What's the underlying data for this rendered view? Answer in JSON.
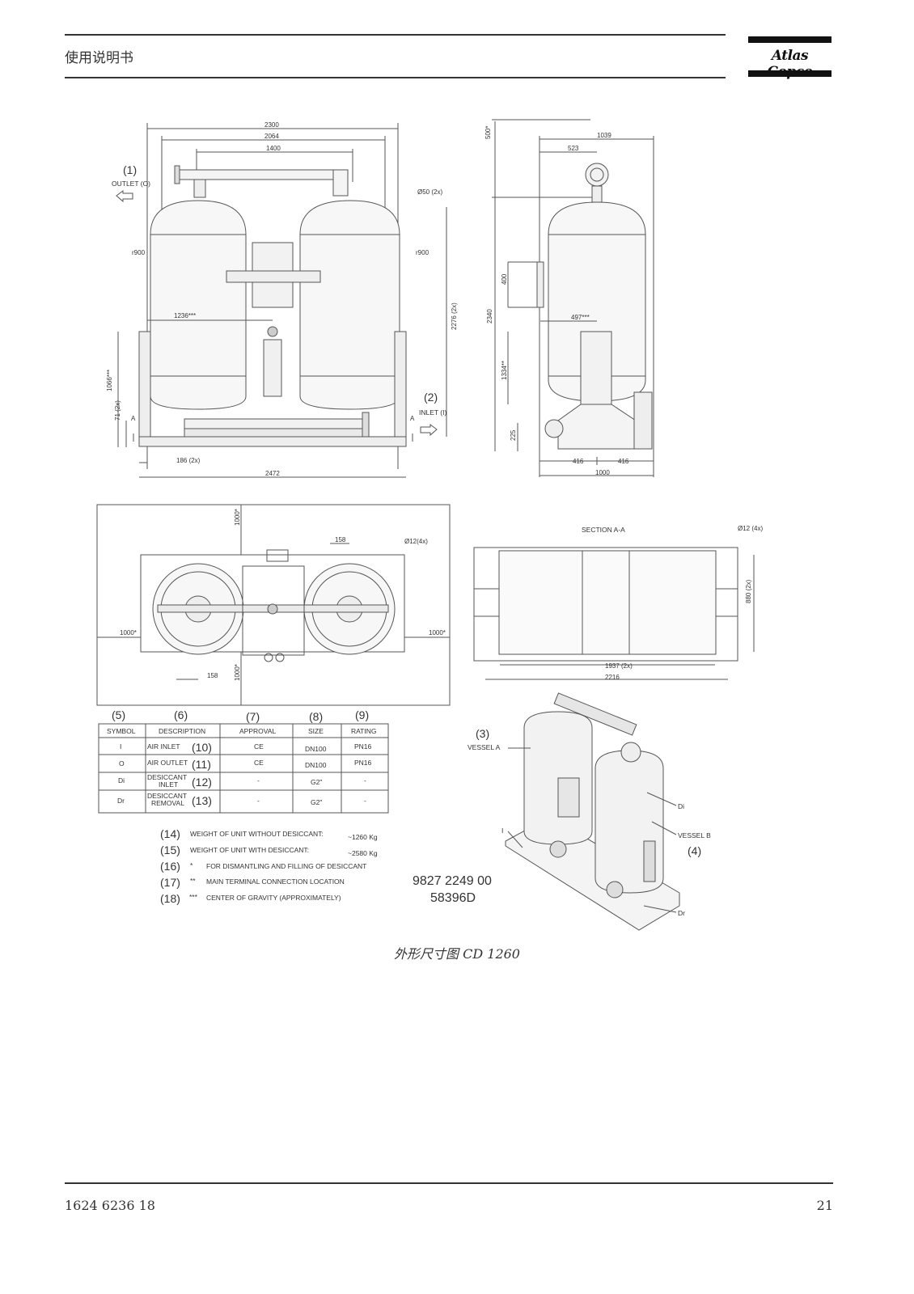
{
  "header": {
    "title": "使用说明书",
    "logo": "Atlas Copco"
  },
  "front_view": {
    "callout_outlet": "(1)",
    "outlet_label": "OUTLET (O)",
    "callout_inlet": "(2)",
    "inlet_label": "INLET (I)",
    "dims": {
      "d2300": "2300",
      "d2064": "2064",
      "d1400": "1400",
      "d_pipe": "Ø50 (2x)",
      "r900_left": "r900",
      "r900_right": "r900",
      "d1236": "1236***",
      "d2276": "2276 (2x)",
      "d1066": "1066***",
      "d71": "71 (2x)",
      "d186": "186 (2x)",
      "d2472": "2472",
      "sec_a_left": "A",
      "sec_a_right": "A"
    }
  },
  "side_view": {
    "dims": {
      "d500": "500*",
      "d1039": "1039",
      "d523": "523",
      "d400": "400",
      "d497": "497***",
      "d2340": "2340",
      "d1334": "1334**",
      "d225": "225",
      "d416a": "416",
      "d416b": "416",
      "d1000": "1000"
    }
  },
  "top_view": {
    "dims": {
      "d1000_top": "1000*",
      "d158_top": "158",
      "d_hole": "Ø12(4x)",
      "d1000_left": "1000*",
      "d1000_right": "1000*",
      "d158_bot": "158",
      "d1000_bot": "1000*"
    }
  },
  "section_view": {
    "title": "SECTION A-A",
    "d_hole": "Ø12 (4x)",
    "d880": "880 (2x)",
    "d1937": "1937 (2x)",
    "d2216": "2216"
  },
  "table": {
    "callouts": [
      "(5)",
      "(6)",
      "(7)",
      "(8)",
      "(9)"
    ],
    "headers": [
      "SYMBOL",
      "DESCRIPTION",
      "APPROVAL",
      "SIZE",
      "RATING"
    ],
    "rows": [
      {
        "symbol": "I",
        "desc": "AIR INLET",
        "callout": "(10)",
        "approval": "CE",
        "size": "DN100",
        "rating": "PN16"
      },
      {
        "symbol": "O",
        "desc": "AIR OUTLET",
        "callout": "(11)",
        "approval": "CE",
        "size": "DN100",
        "rating": "PN16"
      },
      {
        "symbol": "Di",
        "desc1": "DESICCANT",
        "desc2": "INLET",
        "callout": "(12)",
        "approval": "-",
        "size": "G2\"",
        "rating": "-"
      },
      {
        "symbol": "Dr",
        "desc1": "DESICCANT",
        "desc2": "REMOVAL",
        "callout": "(13)",
        "approval": "-",
        "size": "G2\"",
        "rating": "-"
      }
    ]
  },
  "notes": [
    {
      "num": "(14)",
      "mark": "",
      "text": "WEIGHT OF UNIT WITHOUT DESICCANT:",
      "value": "~1260 Kg"
    },
    {
      "num": "(15)",
      "mark": "",
      "text": "WEIGHT OF UNIT WITH DESICCANT:",
      "value": "~2580 Kg"
    },
    {
      "num": "(16)",
      "mark": "*",
      "text": "FOR DISMANTLING AND FILLING OF DESICCANT",
      "value": ""
    },
    {
      "num": "(17)",
      "mark": "**",
      "text": "MAIN TERMINAL CONNECTION LOCATION",
      "value": ""
    },
    {
      "num": "(18)",
      "mark": "***",
      "text": "CENTER OF GRAVITY (APPROXIMATELY)",
      "value": ""
    }
  ],
  "drawing_numbers": {
    "line1": "9827 2249 00",
    "line2": "58396D"
  },
  "iso_view": {
    "callout_a": "(3)",
    "vessel_a": "VESSEL A",
    "callout_b": "(4)",
    "vessel_b": "VESSEL B",
    "label_di": "Di",
    "label_dr": "Dr",
    "label_i": "I"
  },
  "caption": "外形尺寸图 CD 1260",
  "footer": {
    "doc_number": "1624 6236 18",
    "page": "21"
  }
}
